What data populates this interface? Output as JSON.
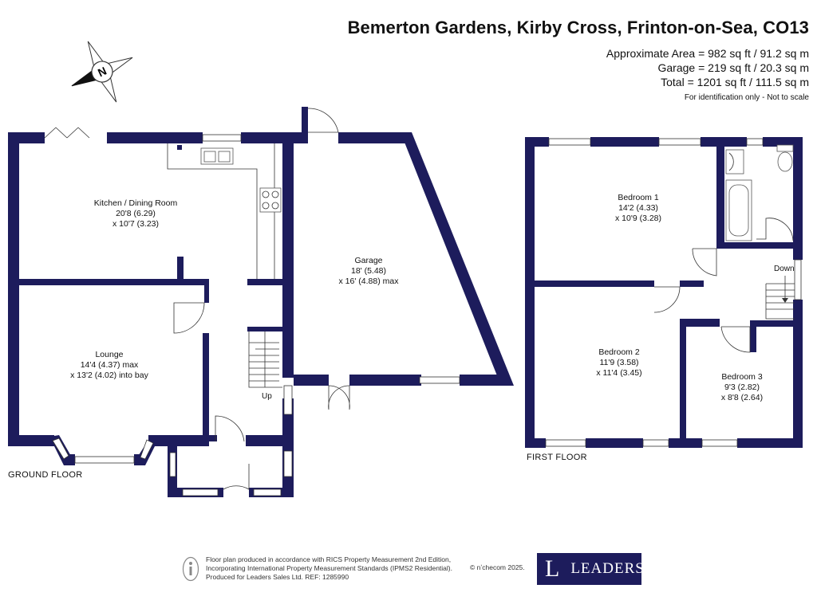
{
  "header": {
    "address": "Bemerton Gardens, Kirby Cross, Frinton-on-Sea, CO13",
    "approx_area": "Approximate Area = 982 sq ft / 91.2 sq m",
    "garage_area": "Garage = 219 sq ft / 20.3 sq m",
    "total_area": "Total = 1201 sq ft / 111.5 sq m",
    "note": "For identification only - Not to scale"
  },
  "compass": {
    "letter": "N"
  },
  "colors": {
    "wall": "#1d1c5c",
    "brand": "#1d1c5c"
  },
  "ground_floor": {
    "label": "GROUND FLOOR",
    "kitchen": {
      "name": "Kitchen / Dining Room",
      "dim1": "20'8 (6.29)",
      "dim2": "x 10'7 (3.23)"
    },
    "lounge": {
      "name": "Lounge",
      "dim1": "14'4 (4.37) max",
      "dim2": "x 13'2 (4.02) into bay"
    },
    "garage": {
      "name": "Garage",
      "dim1": "18' (5.48)",
      "dim2": "x 16' (4.88) max"
    },
    "stairs_label": "Up"
  },
  "first_floor": {
    "label": "FIRST FLOOR",
    "bedroom1": {
      "name": "Bedroom 1",
      "dim1": "14'2 (4.33)",
      "dim2": "x 10'9 (3.28)"
    },
    "bedroom2": {
      "name": "Bedroom 2",
      "dim1": "11'9 (3.58)",
      "dim2": "x 11'4 (3.45)"
    },
    "bedroom3": {
      "name": "Bedroom 3",
      "dim1": "9'3 (2.82)",
      "dim2": "x 8'8 (2.64)"
    },
    "stairs_label": "Down"
  },
  "footer": {
    "line1": "Floor plan produced in accordance with RICS Property Measurement 2nd Edition,",
    "line2": "Incorporating International Property Measurement Standards (IPMS2 Residential).",
    "line3": "Produced for Leaders Sales Ltd.   REF:  1285990",
    "copyright": "© nʼchecom 2025.",
    "logo_letter": "L",
    "logo_word": "LEADERS"
  }
}
